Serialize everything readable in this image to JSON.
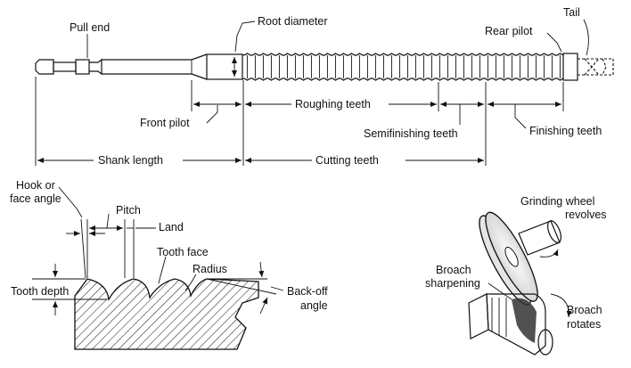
{
  "labels": {
    "pull_end": "Pull end",
    "root_diameter": "Root diameter",
    "tail": "Tail",
    "rear_pilot": "Rear pilot",
    "roughing_teeth": "Roughing teeth",
    "front_pilot": "Front pilot",
    "semifinishing_teeth": "Semifinishing teeth",
    "finishing_teeth": "Finishing teeth",
    "shank_length": "Shank length",
    "cutting_teeth": "Cutting teeth",
    "hook_line1": "Hook or",
    "hook_line2": "face angle",
    "pitch": "Pitch",
    "land": "Land",
    "tooth_face": "Tooth face",
    "radius": "Radius",
    "tooth_depth": "Tooth depth",
    "back_off_line1": "Back-off",
    "back_off_line2": "angle",
    "grinding_line1": "Grinding wheel",
    "grinding_line2": "revolves",
    "sharpening_line1": "Broach",
    "sharpening_line2": "sharpening",
    "rotates_line1": "Broach",
    "rotates_line2": "rotates"
  }
}
